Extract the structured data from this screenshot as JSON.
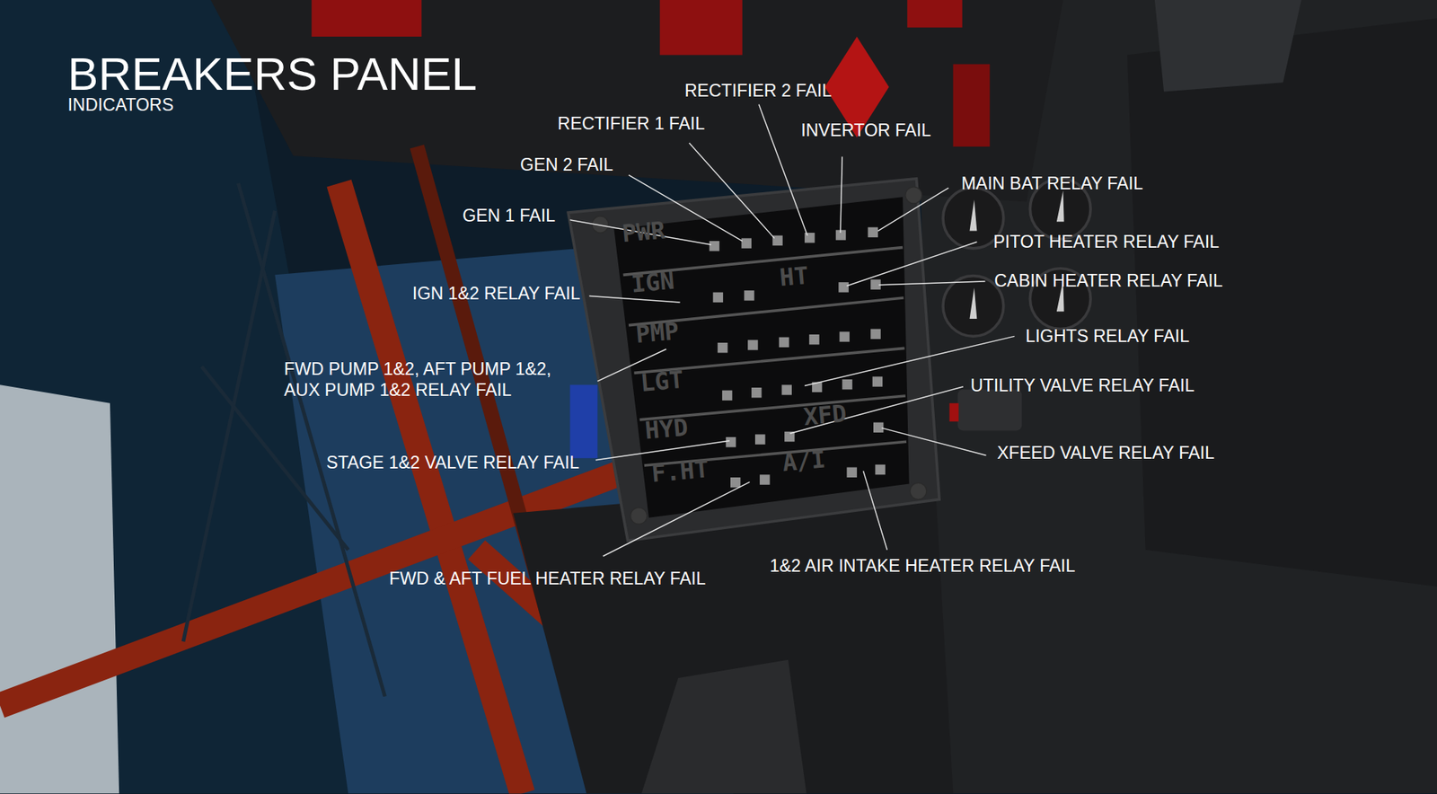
{
  "diagram": {
    "title": "BREAKERS PANEL",
    "labels": [
      "INDICATORS",
      "RECTIFIER 2 FAIL",
      "RECTIFIER 1 FAIL",
      "INVERTOR FAIL",
      "GEN 2 FAIL",
      "MAIN BAT RELAY FAIL",
      "GEN 1 FAIL",
      "PITOT HEATER RELAY FAIL",
      "CABIN HEATER RELAY FAIL",
      "IGN 1&2 RELAY FAIL",
      "LIGHTS RELAY FAIL",
      "FWD PUMP 1&2, AFT PUMP 1&2, AUX PUMP 1&2 RELAY FAIL",
      "UTILITY VALVE RELAY FAIL",
      "XFEED VALVE RELAY FAIL",
      "STAGE 1&2 VALVE RELAY FAIL",
      "FWD & AFT FUEL HEATER RELAY FAIL",
      "1&2 AIR INTAKE HEATER RELAY FAIL",
      "PWR",
      "IGN",
      "HT",
      "PMP",
      "LGT",
      "HYD",
      "XFD",
      "F.HT",
      "A/I"
    ]
  }
}
